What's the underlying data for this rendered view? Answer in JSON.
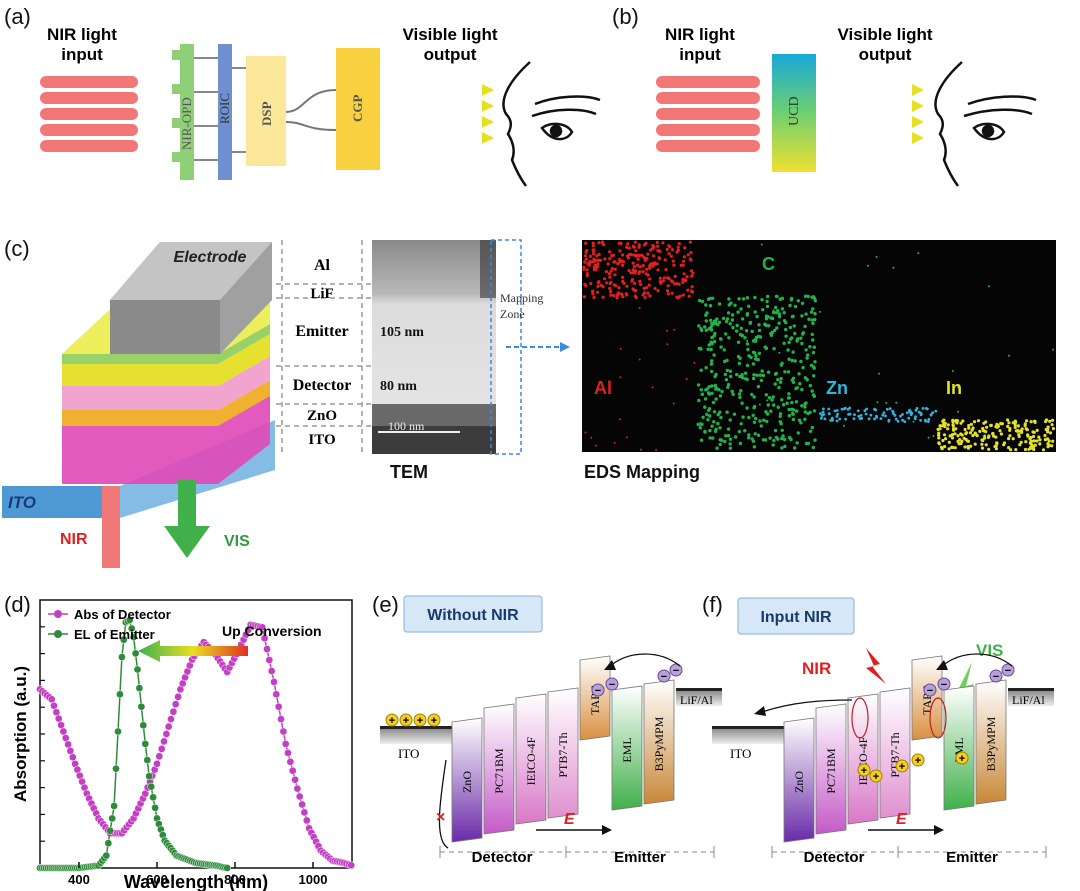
{
  "panels": {
    "a": {
      "label": "(a)",
      "input_label": [
        "NIR light",
        "input"
      ],
      "output_label": [
        "Visible light",
        "output"
      ],
      "blocks": [
        "NIR-OPD",
        "ROIC",
        "DSP",
        "CGP"
      ]
    },
    "b": {
      "label": "(b)",
      "input_label": [
        "NIR light",
        "input"
      ],
      "output_label": [
        "Visible light",
        "output"
      ],
      "block": "UCD"
    },
    "c": {
      "label": "(c)",
      "electrode": "Electrode",
      "ito_base": "ITO",
      "nir": "NIR",
      "vis": "VIS",
      "layers": [
        "Al",
        "LiF",
        "Emitter",
        "Detector",
        "ZnO",
        "ITO"
      ],
      "thickness": {
        "emitter": "105 nm",
        "detector": "80 nm"
      },
      "scale_bar": "100 nm",
      "mapping_zone": [
        "Mapping",
        "Zone"
      ],
      "tem_label": "TEM",
      "eds_label": "EDS Mapping",
      "eds_elements": [
        {
          "name": "C",
          "color": "#22b24c"
        },
        {
          "name": "Al",
          "color": "#e02020"
        },
        {
          "name": "Zn",
          "color": "#2ab6e0"
        },
        {
          "name": "In",
          "color": "#e5e02a"
        }
      ]
    },
    "e": {
      "label": "(e)",
      "title": "Without NIR",
      "layers": [
        "ZnO",
        "PC71BM",
        "IEICO-4F",
        "PTB7-Th",
        "TAPC",
        "EML",
        "B3PyMPM"
      ],
      "left_electrode": "ITO",
      "right_electrode": "LiF/Al",
      "field": "E",
      "regions": [
        "Detector",
        "Emitter"
      ]
    },
    "f": {
      "label": "(f)",
      "title": "Input NIR",
      "nir": "NIR",
      "vis": "VIS",
      "layers": [
        "ZnO",
        "PC71BM",
        "IEICO-4F",
        "PTB7-Th",
        "TAPC",
        "EML",
        "B3PyMPM"
      ],
      "left_electrode": "ITO",
      "right_electrode": "LiF/Al",
      "field": "E",
      "regions": [
        "Detector",
        "Emitter"
      ]
    }
  },
  "chart_data": {
    "type": "line",
    "panel_label": "(d)",
    "xlabel": "Wavelength (nm)",
    "ylabel": "Absorption (a.u.)",
    "xlim": [
      300,
      1100
    ],
    "ylim": [
      0,
      1.08
    ],
    "xticks": [
      400,
      600,
      800,
      1000
    ],
    "annotation": "Up Conversion",
    "grid": false,
    "legend": "top-left",
    "series": [
      {
        "name": "Abs of Detector",
        "color": "#c33fc3",
        "x": [
          300,
          330,
          360,
          390,
          420,
          450,
          480,
          510,
          540,
          570,
          600,
          630,
          660,
          690,
          720,
          750,
          780,
          810,
          840,
          870,
          900,
          930,
          960,
          990,
          1020,
          1050,
          1080,
          1100
        ],
        "y": [
          0.72,
          0.68,
          0.55,
          0.42,
          0.3,
          0.2,
          0.14,
          0.14,
          0.2,
          0.3,
          0.42,
          0.57,
          0.72,
          0.84,
          0.91,
          0.86,
          0.79,
          0.88,
          0.98,
          0.97,
          0.75,
          0.5,
          0.32,
          0.16,
          0.07,
          0.03,
          0.02,
          0.01
        ]
      },
      {
        "name": "EL of Emitter",
        "color": "#2e8b3a",
        "x": [
          300,
          400,
          450,
          470,
          490,
          500,
          510,
          520,
          530,
          540,
          550,
          560,
          570,
          580,
          600,
          620,
          650,
          700,
          750,
          780
        ],
        "y": [
          0.0,
          0.0,
          0.01,
          0.05,
          0.25,
          0.55,
          0.85,
          0.99,
          1.0,
          0.93,
          0.8,
          0.65,
          0.5,
          0.37,
          0.2,
          0.11,
          0.05,
          0.02,
          0.01,
          0.0
        ]
      }
    ]
  }
}
